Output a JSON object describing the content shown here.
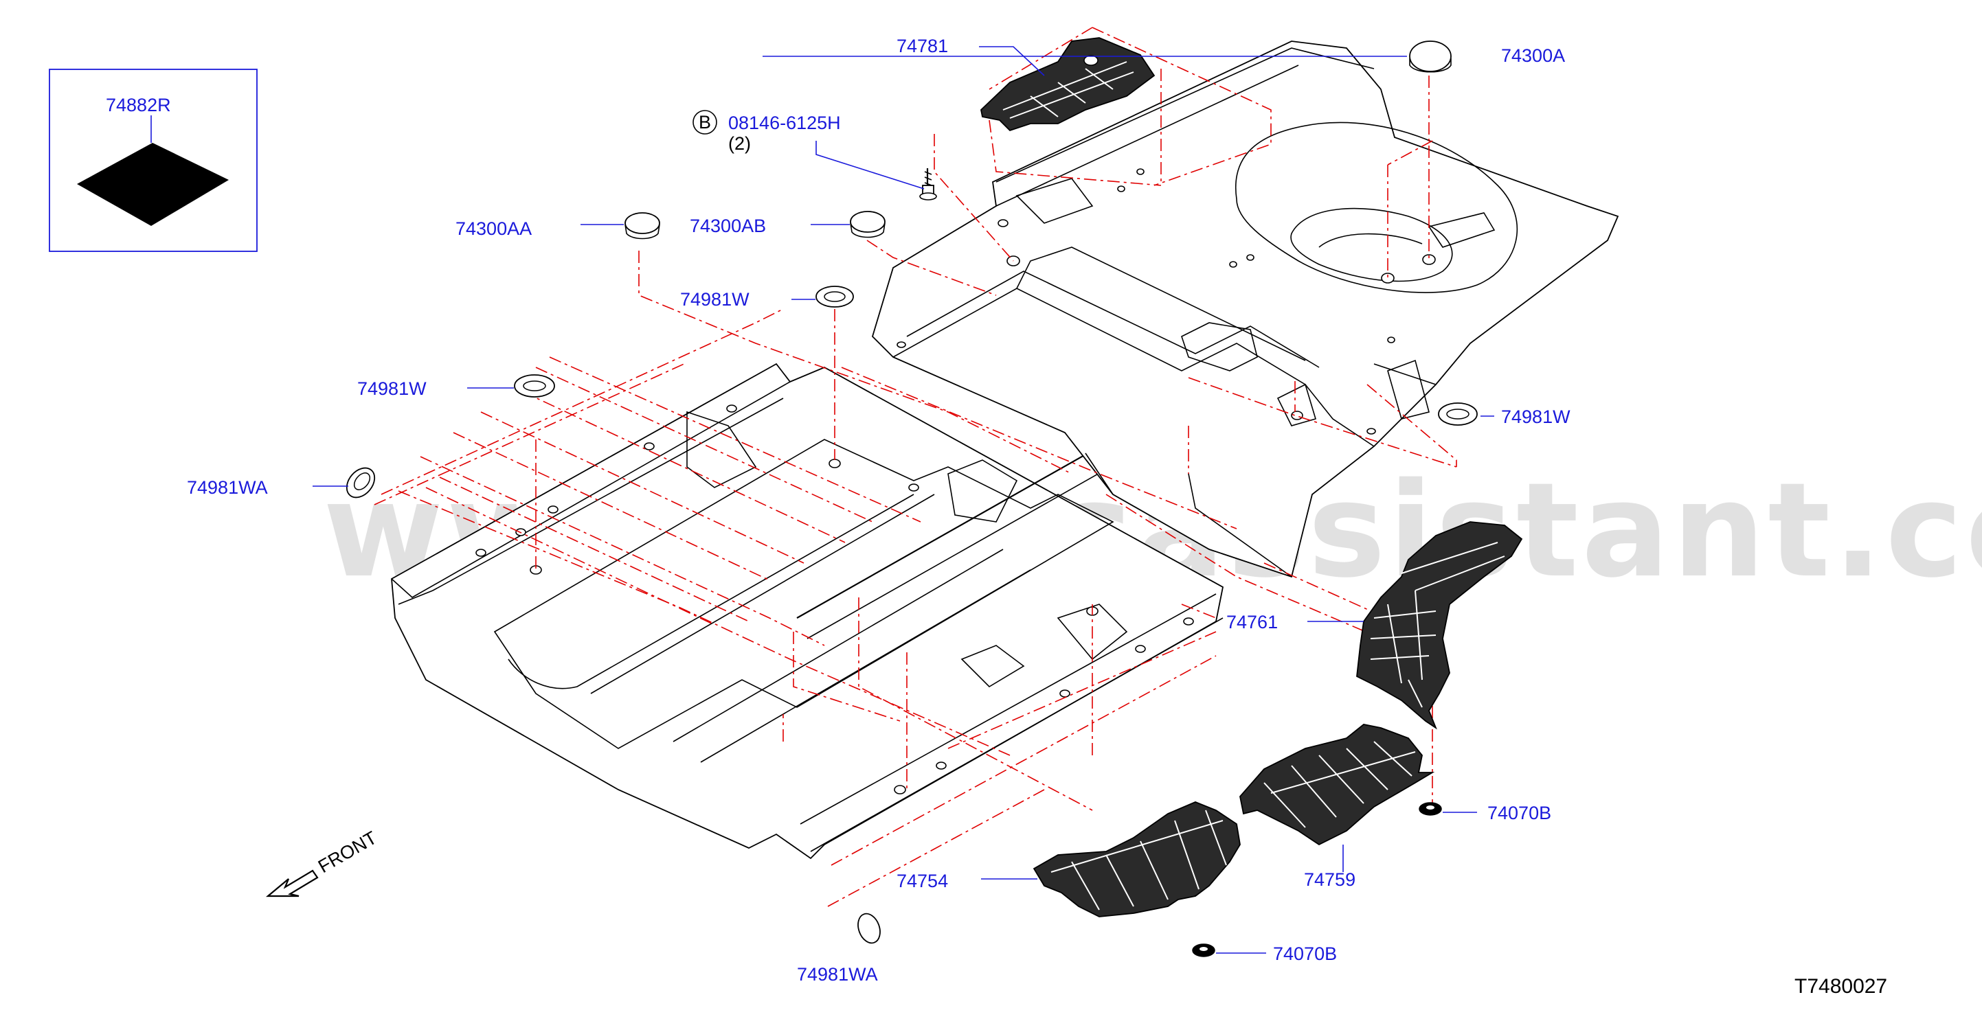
{
  "diagram": {
    "watermark": "www.partsassistant.com",
    "code": "T7480027",
    "front_label": "FRONT",
    "inset_label": "74882R",
    "bolt": {
      "circle_letter": "B",
      "part": "08146-6125H",
      "qty": "(2)"
    },
    "labels": {
      "p74781": "74781",
      "p74300A": "74300A",
      "p74300AA": "74300AA",
      "p74300AB": "74300AB",
      "p74981W_top": "74981W",
      "p74981W_left": "74981W",
      "p74981W_right": "74981W",
      "p74981WA_left": "74981WA",
      "p74981WA_bottom": "74981WA",
      "p74761": "74761",
      "p74759": "74759",
      "p74754": "74754",
      "p74070B_right": "74070B",
      "p74070B_bottom": "74070B"
    },
    "colors": {
      "label": "#1a1adb",
      "dash": "#e00000",
      "line": "#000000"
    }
  }
}
